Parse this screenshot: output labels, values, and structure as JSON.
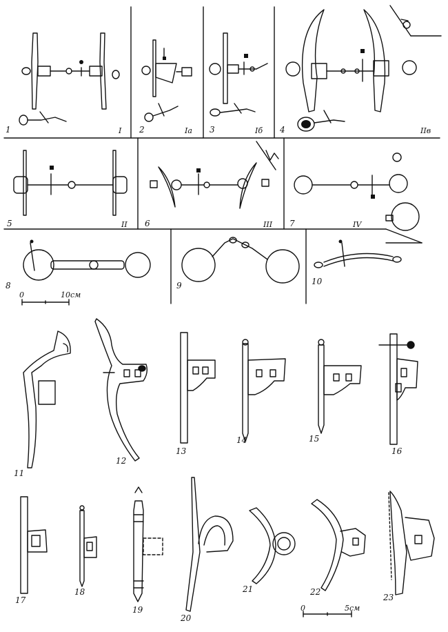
{
  "figure_labels": [
    "1",
    "2",
    "3",
    "4",
    "5",
    "6",
    "7",
    "8",
    "9",
    "10",
    "11",
    "12",
    "13",
    "14",
    "15",
    "16",
    "17",
    "18",
    "19",
    "20",
    "21",
    "22",
    "23"
  ],
  "type_labels": [
    "I",
    "Ia",
    "Iб",
    "IIв",
    "II",
    "III",
    "IV"
  ],
  "scale_bars": {
    "upper": {
      "zero": "0",
      "length": "10см"
    },
    "lower": {
      "zero": "0",
      "length": "5см"
    }
  }
}
